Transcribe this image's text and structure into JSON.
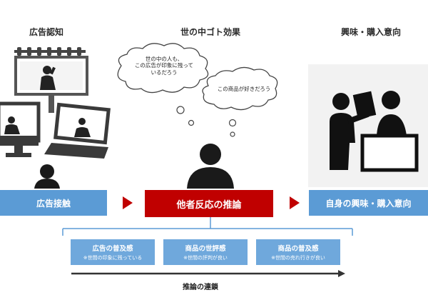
{
  "columns": {
    "left_title": "広告認知",
    "center_title": "世の中ゴト効果",
    "right_title": "興味・購入意向"
  },
  "bars": {
    "left": "広告接触",
    "center": "他者反応の推論",
    "right": "自身の興味・購入意向"
  },
  "clouds": {
    "cloud1": "世の中の人も、\nこの広告が印象に残って\nいるだろう",
    "cloud2": "この商品が好きだろう"
  },
  "sub_boxes": [
    {
      "title": "広告の普及感",
      "note": "※世間の印象に残っている"
    },
    {
      "title": "商品の世評感",
      "note": "※世間の評判が良い"
    },
    {
      "title": "商品の普及感",
      "note": "※世間の売れ行きが良い"
    }
  ],
  "chain": {
    "label": "推論の連鎖"
  },
  "colors": {
    "blue_bar": "#5b9bd5",
    "red_bar": "#c00000",
    "arrow": "#c00000",
    "sub_box": "#6fa8dc",
    "icon_dark": "#1a1a1a"
  }
}
